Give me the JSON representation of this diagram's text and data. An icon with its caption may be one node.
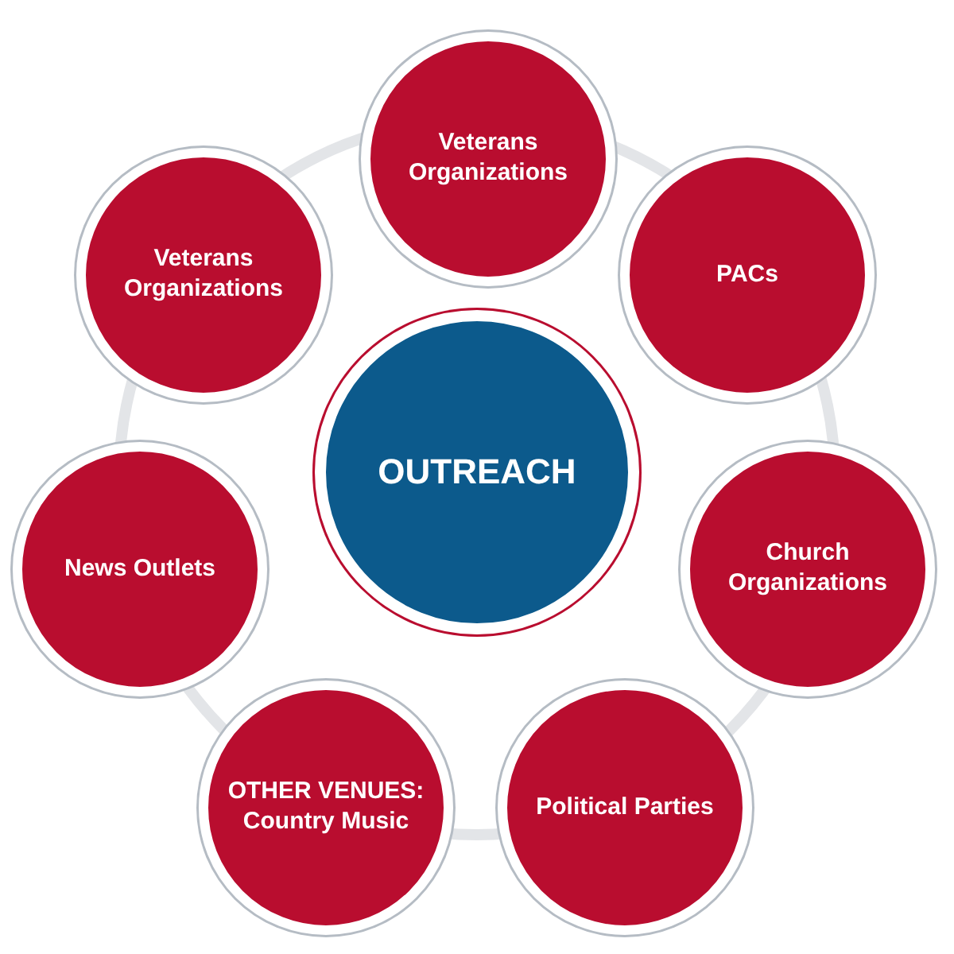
{
  "diagram": {
    "nodes": [
      {
        "text": [
          "OUTREACH"
        ]
      },
      {
        "text": [
          "Veterans Organizations"
        ]
      },
      {
        "text": [
          "PACs"
        ]
      },
      {
        "text": [
          "Church Organizations"
        ]
      },
      {
        "text": [
          "Political Parties"
        ]
      },
      {
        "text": [
          "OTHER VENUES: Country Music"
        ]
      },
      {
        "text": [
          "News Outlets"
        ]
      },
      {
        "text": [
          "Veterans Organizations"
        ]
      }
    ]
  }
}
